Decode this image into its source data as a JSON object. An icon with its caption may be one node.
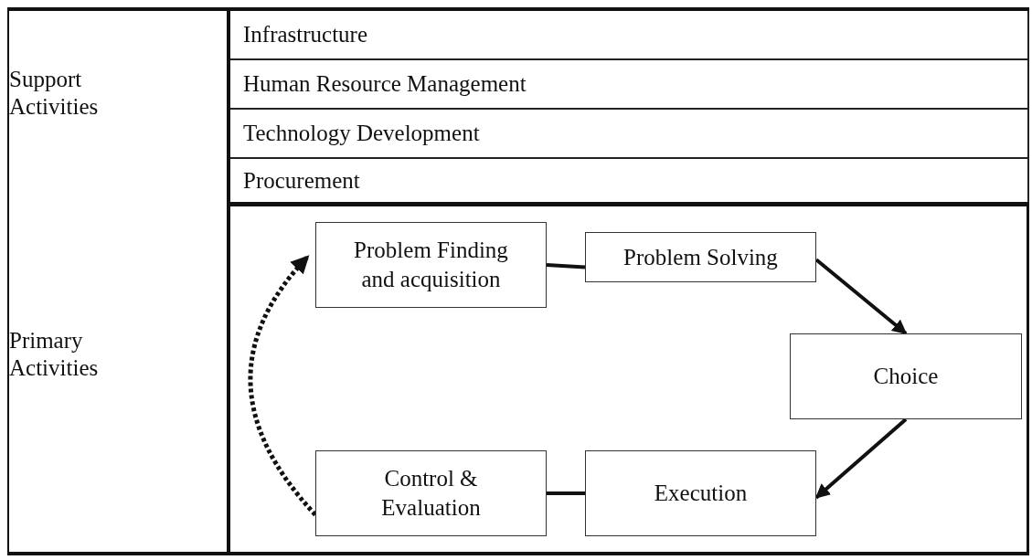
{
  "diagram": {
    "nodes": [
      {
        "text": [
          "Infrastructure"
        ]
      },
      {
        "text": [
          "Human Resource Management"
        ]
      },
      {
        "text": [
          "Technology Development"
        ]
      },
      {
        "text": [
          "Procurement"
        ]
      },
      {
        "text": [],
        "shape": "box"
      },
      {
        "text": [
          "Problem Finding and acquisition"
        ],
        "in": 4
      },
      {
        "text": [
          "Problem Solving"
        ],
        "in": 4
      },
      {
        "text": [
          "Choice"
        ],
        "in": 4
      },
      {
        "text": [
          "Control & Evaluation"
        ],
        "in": 4
      },
      {
        "text": [
          "Execution"
        ],
        "in": 4
      }
    ],
    "edges": [
      {
        "from": 5,
        "to": 6,
        "arrow": "none"
      },
      {
        "from": 6,
        "to": 7,
        "arrow": "to"
      },
      {
        "from": 7,
        "to": 9,
        "arrow": "to"
      },
      {
        "from": 9,
        "to": 8,
        "arrow": "none"
      },
      {
        "from": 8,
        "to": 5,
        "arrow": "to",
        "style": "dashed"
      }
    ],
    "labels": [
      "Support Activities",
      "Primary Activities"
    ]
  }
}
